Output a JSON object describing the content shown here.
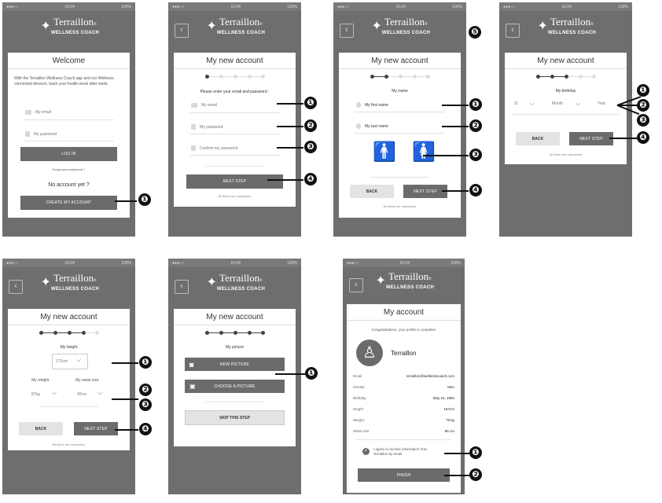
{
  "common": {
    "status_time": "16:04",
    "status_battery": "100%",
    "carrier_dots": "●●●○○",
    "brand": "Terraillon",
    "brand_reg": "®",
    "brand_sub": "WELLNESS COACH",
    "back_label": "BACK",
    "next_label": "NEXT STEP",
    "mandatory": "All fields are mandatory"
  },
  "screen1": {
    "title": "Welcome",
    "intro": "With the Terraillon Wellness Coach app and our Wellness connected devices, track your health week after week.",
    "email_placeholder": "My email",
    "password_placeholder": "My password",
    "login_label": "LOG IN",
    "forgot_label": "Forgot your password ?",
    "no_account": "No account yet ?",
    "create_label": "CREATE MY ACCOUNT",
    "callouts": [
      "❶"
    ]
  },
  "screen2": {
    "title": "My new account",
    "instruction": "Please enter your email and password :",
    "email_placeholder": "My email",
    "password_placeholder": "My password",
    "confirm_placeholder": "Confirm my password",
    "callouts": [
      "❶",
      "❷",
      "❸",
      "❹"
    ]
  },
  "screen3": {
    "title": "My new account",
    "section": "My name",
    "first_placeholder": "My first name",
    "last_placeholder": "My last name",
    "callouts": [
      "❶",
      "❷",
      "❸",
      "❹",
      "❺"
    ]
  },
  "screen4": {
    "title": "My new account",
    "section": "My birthday",
    "day": "11",
    "month": "Month",
    "year": "Year",
    "callouts": [
      "❶",
      "❷",
      "❸",
      "❹"
    ]
  },
  "screen5": {
    "title": "My new account",
    "height_label": "My height",
    "height_value": "173cm",
    "weight_label": "My weight",
    "weight_value": "87kg",
    "waist_label": "My waist size",
    "waist_value": "92cm",
    "callouts": [
      "❶",
      "❷",
      "❸",
      "❹"
    ]
  },
  "screen6": {
    "title": "My new account",
    "section": "My picture",
    "new_picture": "NEW PICTURE",
    "choose_picture": "CHOOSE A PICTURE",
    "skip": "SKIP THIS STEP",
    "callouts": [
      "❶"
    ]
  },
  "screen7": {
    "title": "My account",
    "congrats": "Congratulations, your profile is complete!",
    "name": "Terraillon",
    "rows": [
      {
        "label": "Email",
        "value": "terraillon@wellnesscoach.com"
      },
      {
        "label": "Gender",
        "value": "Men"
      },
      {
        "label": "Birthday",
        "value": "May 16, 1984"
      },
      {
        "label": "Height",
        "value": "187cm"
      },
      {
        "label": "Weight",
        "value": "79 kg"
      },
      {
        "label": "Waist size",
        "value": "86 cm"
      }
    ],
    "agree": "I agree to receive information from Terraillon by email",
    "finish": "FINISH",
    "callouts": [
      "❶",
      "❷"
    ]
  }
}
